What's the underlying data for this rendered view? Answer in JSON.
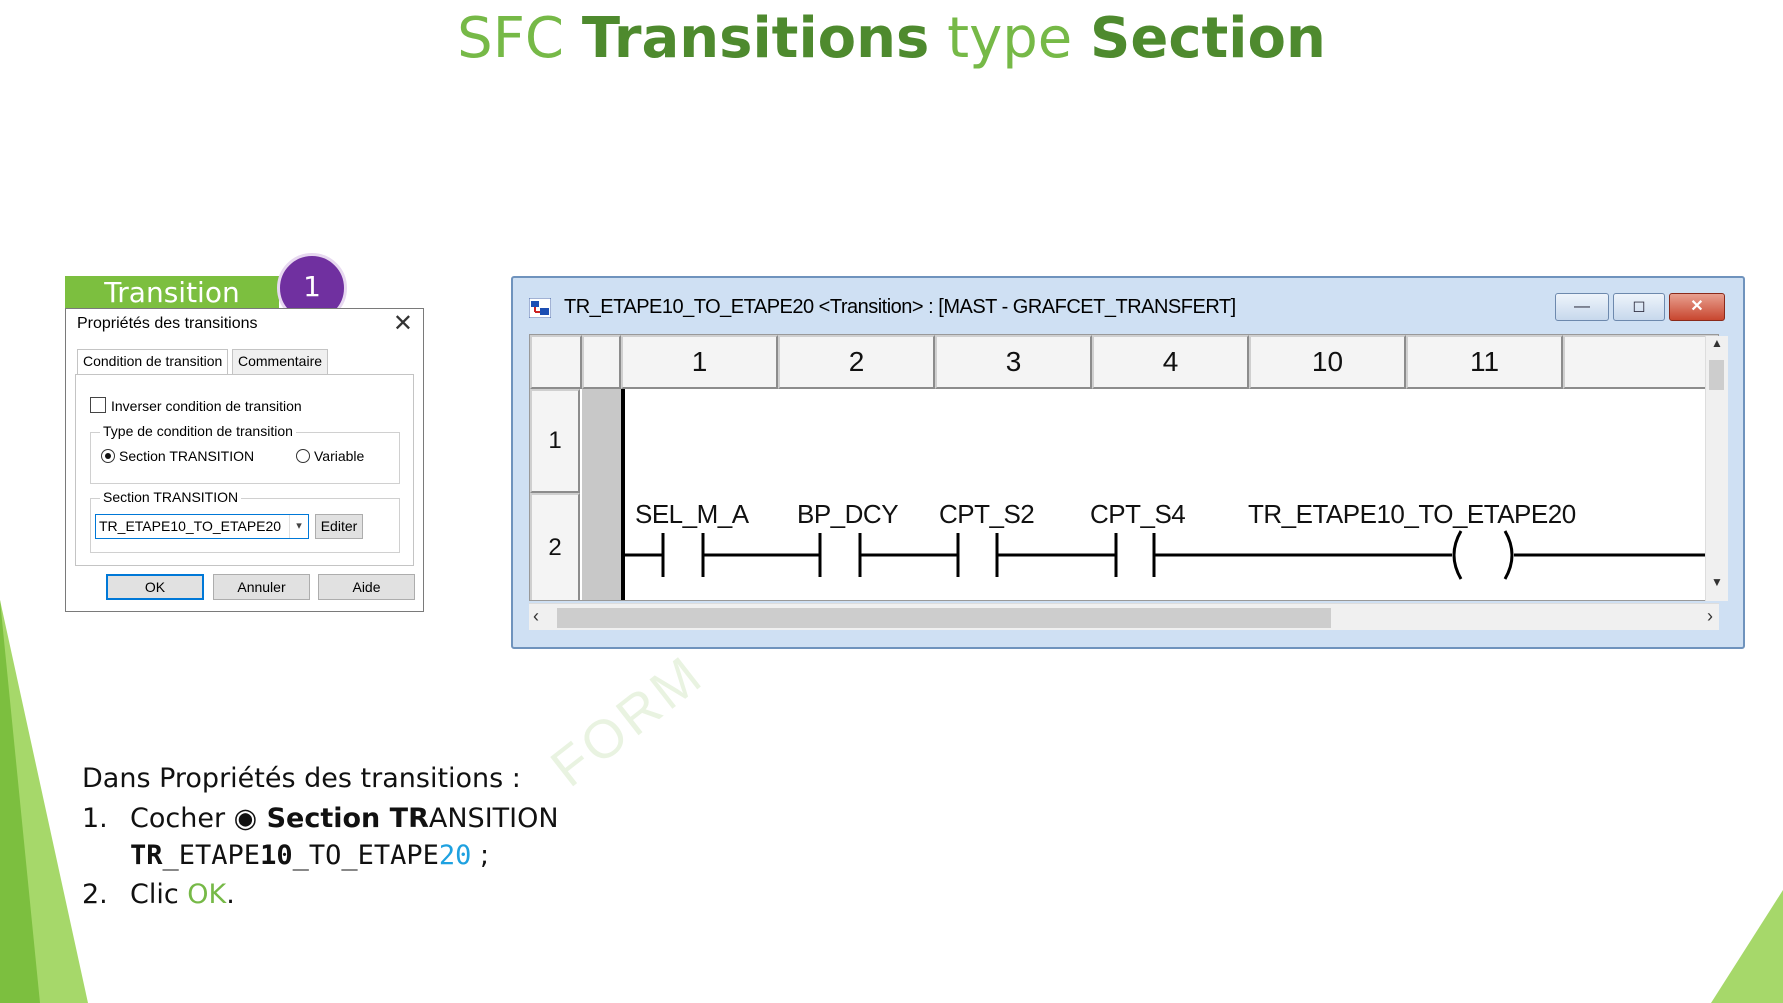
{
  "slide": {
    "title_part1": "SFC ",
    "title_part2": "Transitions",
    "title_part3": " type ",
    "title_part4": "Section",
    "watermark": "FORM"
  },
  "dialog": {
    "tag_label": "Transition",
    "badge_number": "1",
    "title": "Propriétés des transitions",
    "close_glyph": "✕",
    "tabs": [
      "Condition de transition",
      "Commentaire"
    ],
    "invert_label": "Inverser condition de transition",
    "type_group_label": "Type de condition de transition",
    "radio_section_label": "Section TRANSITION",
    "radio_variable_label": "Variable",
    "section_group_label": "Section TRANSITION",
    "section_value": "TR_ETAPE10_TO_ETAPE20",
    "edit_button": "Editer",
    "ok_button": "OK",
    "cancel_button": "Annuler",
    "help_button": "Aide"
  },
  "editor": {
    "title": "TR_ETAPE10_TO_ETAPE20 <Transition> : [MAST - GRAFCET_TRANSFERT]",
    "min_glyph": "—",
    "max_glyph": "◻",
    "close_glyph": "✕",
    "columns": [
      "1",
      "2",
      "3",
      "4",
      "10",
      "11"
    ],
    "rows": [
      "1",
      "2"
    ],
    "contacts": [
      "SEL_M_A",
      "BP_DCY",
      "CPT_S2",
      "CPT_S4"
    ],
    "coil": "TR_ETAPE10_TO_ETAPE20",
    "scroll_up": "▲",
    "scroll_down": "▼",
    "scroll_left": "‹",
    "scroll_right": "›"
  },
  "instructions": {
    "intro": "Dans Propriétés des transitions :",
    "step1_num": "1.",
    "step1_text": "Cocher ",
    "step1_radio": "◉",
    "step1_bold": " Section TR",
    "step1_rest": "ANSITION",
    "step1_name_a": "TR",
    "step1_name_b": "_ETAPE",
    "step1_name_c": "10",
    "step1_name_d": "_TO_ETAPE",
    "step1_name_e": "20",
    "step1_name_end": " ;",
    "step2_num": "2.",
    "step2_text": "Clic ",
    "step2_ok": "OK",
    "step2_end": "."
  }
}
